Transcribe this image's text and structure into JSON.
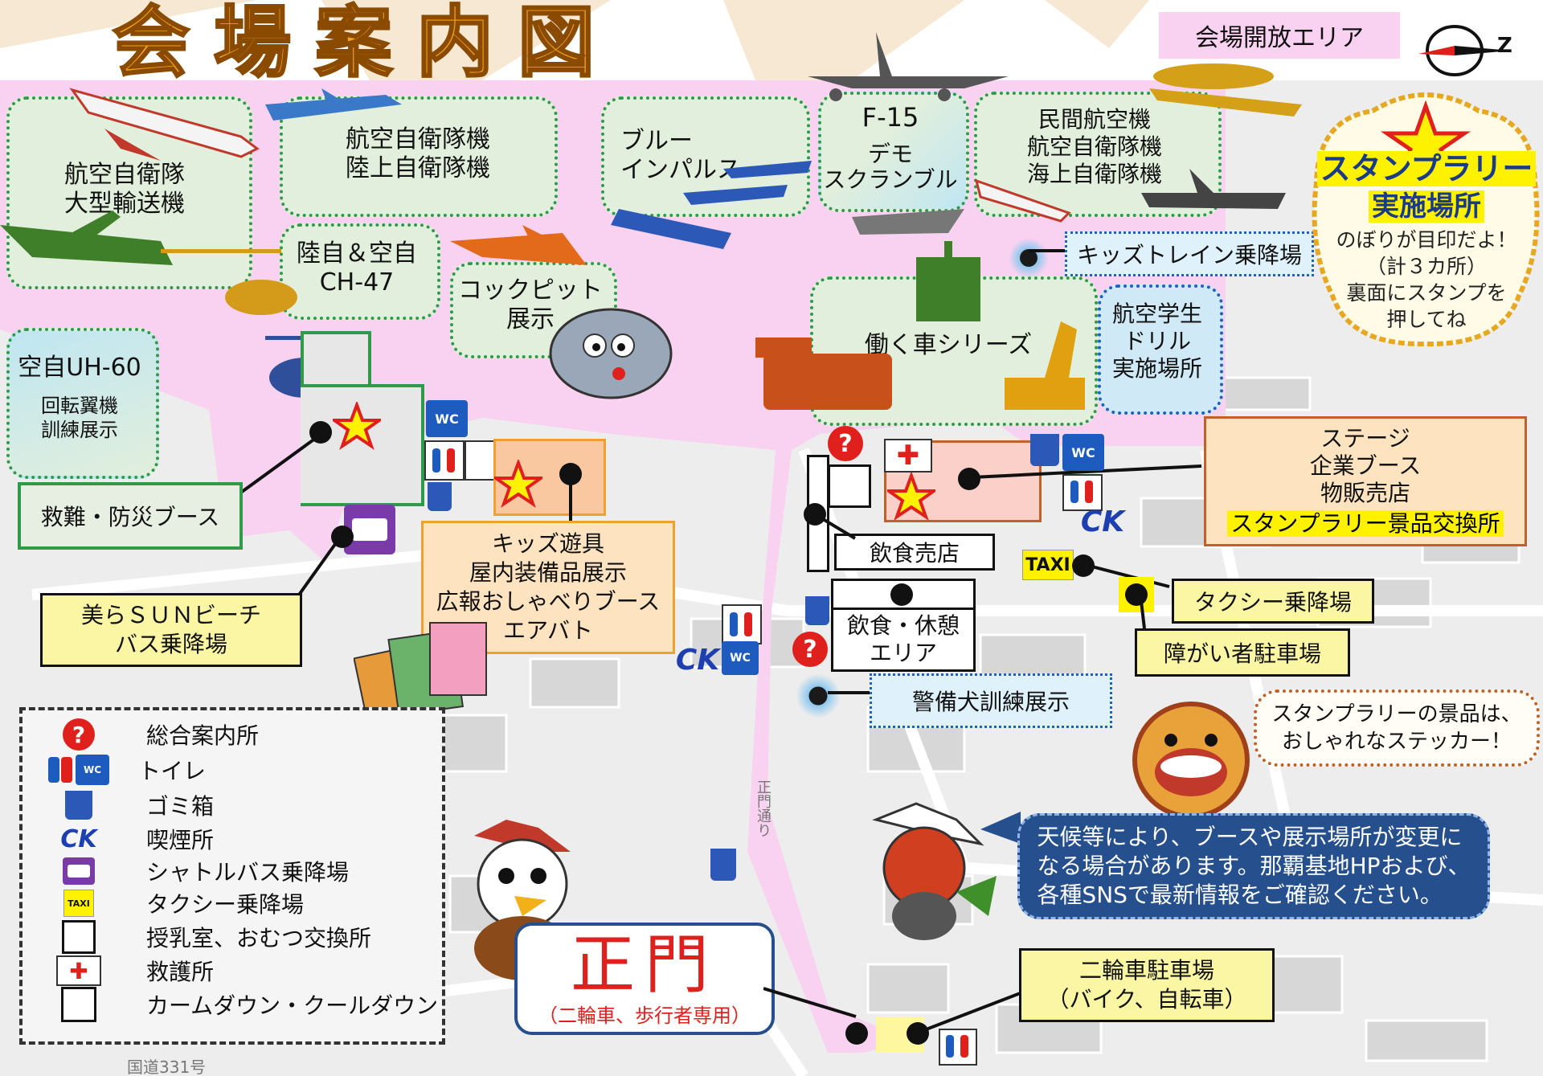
{
  "title": "会場案内図",
  "open_area_label": "会場開放エリア",
  "compass_letter": "Z",
  "colors": {
    "title": "#f2a21a",
    "open_area": "#f8d2f0",
    "zone_fill": "#e2efdc",
    "zone_border": "#2e9a4a",
    "callout_yellow": "#fbf6a4",
    "callout_orange": "#fde3c0",
    "stage_fill": "#fce6d8",
    "info_blue": "#264f8e",
    "highlight_yellow": "#fff200"
  },
  "zones": {
    "transport": "航空自衛隊\n大型輸送機",
    "jsdf_jgsdf": "航空自衛隊機\n陸上自衛隊機",
    "blue_impulse": "ブルー\nインパルス",
    "f15_title": "F-15",
    "f15_sub": "デモ\nスクランブル",
    "civil": "民間航空機\n航空自衛隊機\n海上自衛隊機",
    "ch47": "陸自＆空自\nCH-47",
    "cockpit": "コックピット\n展示",
    "work_vehicles": "働く車シリーズ",
    "cadet_drill": "航空学生\nドリル\n実施場所",
    "uh60_title": "空自UH-60",
    "uh60_sub": "回転翼機\n訓練展示"
  },
  "callouts": {
    "kids_train": "キッズトレイン乗降場",
    "rescue": "救難・防災ブース",
    "bus": "美らＳＵＮビーチ\nバス乗降場",
    "kids_play": "キッズ遊具\n屋内装備品展示\n広報おしゃべりブース\nエアバト",
    "stage": "ステージ\n企業ブース\n物販売店",
    "stage_highlight": "スタンプラリー景品交換所",
    "food_shop": "飲食売店",
    "rest_area": "飲食・休憩\nエリア",
    "taxi_stand": "タクシー乗降場",
    "disabled_parking": "障がい者駐車場",
    "police_dog": "警備犬訓練展示",
    "motorbike_parking": "二輪車駐車場\n（バイク、自転車）"
  },
  "stamp_rally": {
    "title": "スタンプラリー",
    "subtitle": "実施場所",
    "body": "のぼりが目印だよ！\n（計３カ所）\n裏面にスタンプを\n押してね"
  },
  "sticker_note": "スタンプラリーの景品は、\nおしゃれなステッカー！",
  "weather_note": "天候等により、ブースや展示場所が変更に\nなる場合があります。那覇基地HPおよび、\n各種SNSで最新情報をご確認ください。",
  "main_gate": {
    "title": "正門",
    "subtitle": "（二輪車、歩行者専用）"
  },
  "road_label_main": "正門通り",
  "road_label_route": "国道331号",
  "map_symbols": {
    "wc": "WC",
    "taxi": "TAXI",
    "question": "?",
    "smoking": "CK"
  },
  "legend": [
    {
      "icon": "info-question-icon",
      "label": "総合案内所"
    },
    {
      "icon": "toilet-icon",
      "label": "トイレ"
    },
    {
      "icon": "trash-bin-icon",
      "label": "ゴミ箱"
    },
    {
      "icon": "smoking-icon",
      "label": "喫煙所"
    },
    {
      "icon": "shuttle-bus-icon",
      "label": "シャトルバス乗降場"
    },
    {
      "icon": "taxi-icon",
      "label": "タクシー乗降場"
    },
    {
      "icon": "nursing-room-icon",
      "label": "授乳室、おむつ交換所"
    },
    {
      "icon": "first-aid-icon",
      "label": "救護所"
    },
    {
      "icon": "calm-down-icon",
      "label": "カームダウン・クールダウン"
    }
  ]
}
